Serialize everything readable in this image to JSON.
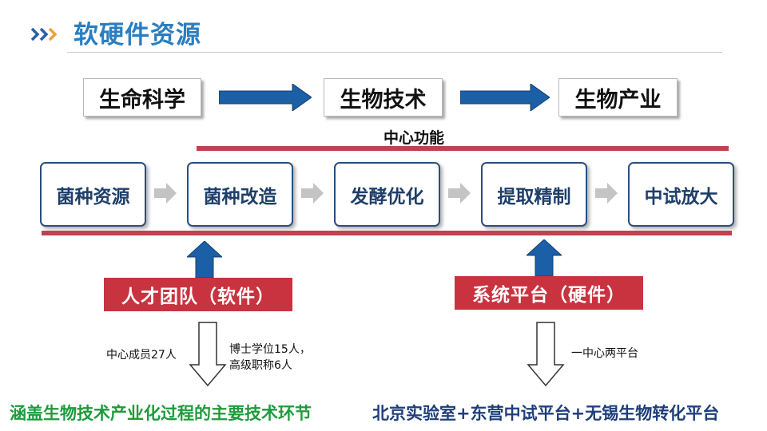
{
  "header": {
    "title": "软硬件资源"
  },
  "pipeline": [
    {
      "label": "生命科学"
    },
    {
      "label": "生物技术"
    },
    {
      "label": "生物产业"
    }
  ],
  "center_function": "中心功能",
  "processes": [
    {
      "label": "菌种资源"
    },
    {
      "label": "菌种改造"
    },
    {
      "label": "发酵优化"
    },
    {
      "label": "提取精制"
    },
    {
      "label": "中试放大"
    }
  ],
  "left_branch": {
    "label": "人才团队（软件）",
    "note_left": "中心成员27人",
    "note_right_line1": "博士学位15人，",
    "note_right_line2": "高级职称6人",
    "bottom_text": "涵盖生物技术产业化过程的主要技术环节"
  },
  "right_branch": {
    "label": "系统平台（硬件）",
    "note": "一中心两平台",
    "bottom_text": "北京实验室+东营中试平台+无锡生物转化平台"
  },
  "colors": {
    "title": "#2a7ec0",
    "accent_red": "#c0414f",
    "navy": "#1f3f6a",
    "arrow_blue": "#1b5fa6",
    "green_text": "#1e9b3c",
    "chevron_orange": "#f0a030",
    "chevron_blue": "#2a5ea8"
  }
}
